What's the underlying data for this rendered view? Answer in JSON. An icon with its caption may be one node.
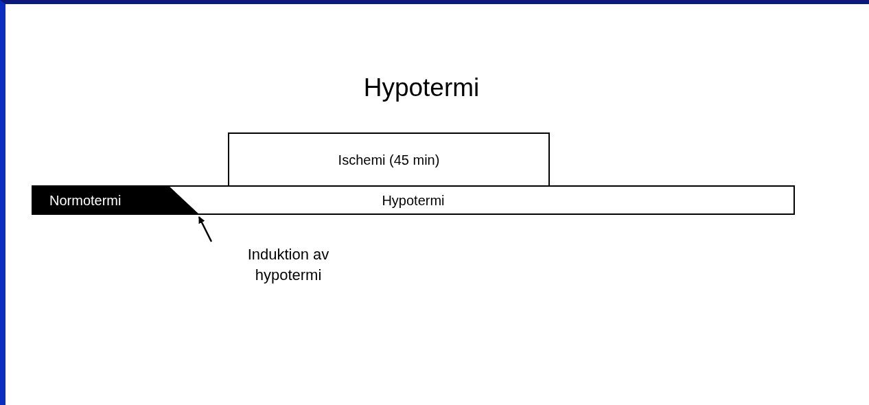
{
  "diagram": {
    "title": "Hypotermi",
    "nodes": [
      {
        "text": [
          "Ischemi (45 min)"
        ]
      },
      {
        "text": [
          "Hypotermi"
        ]
      },
      {
        "text": [
          "Normotermi"
        ],
        "in": 1
      },
      {
        "text": [
          "Induktion av hypotermi"
        ]
      }
    ],
    "edges": [
      {
        "from": 3,
        "to": 2,
        "arrow": "to"
      }
    ]
  }
}
